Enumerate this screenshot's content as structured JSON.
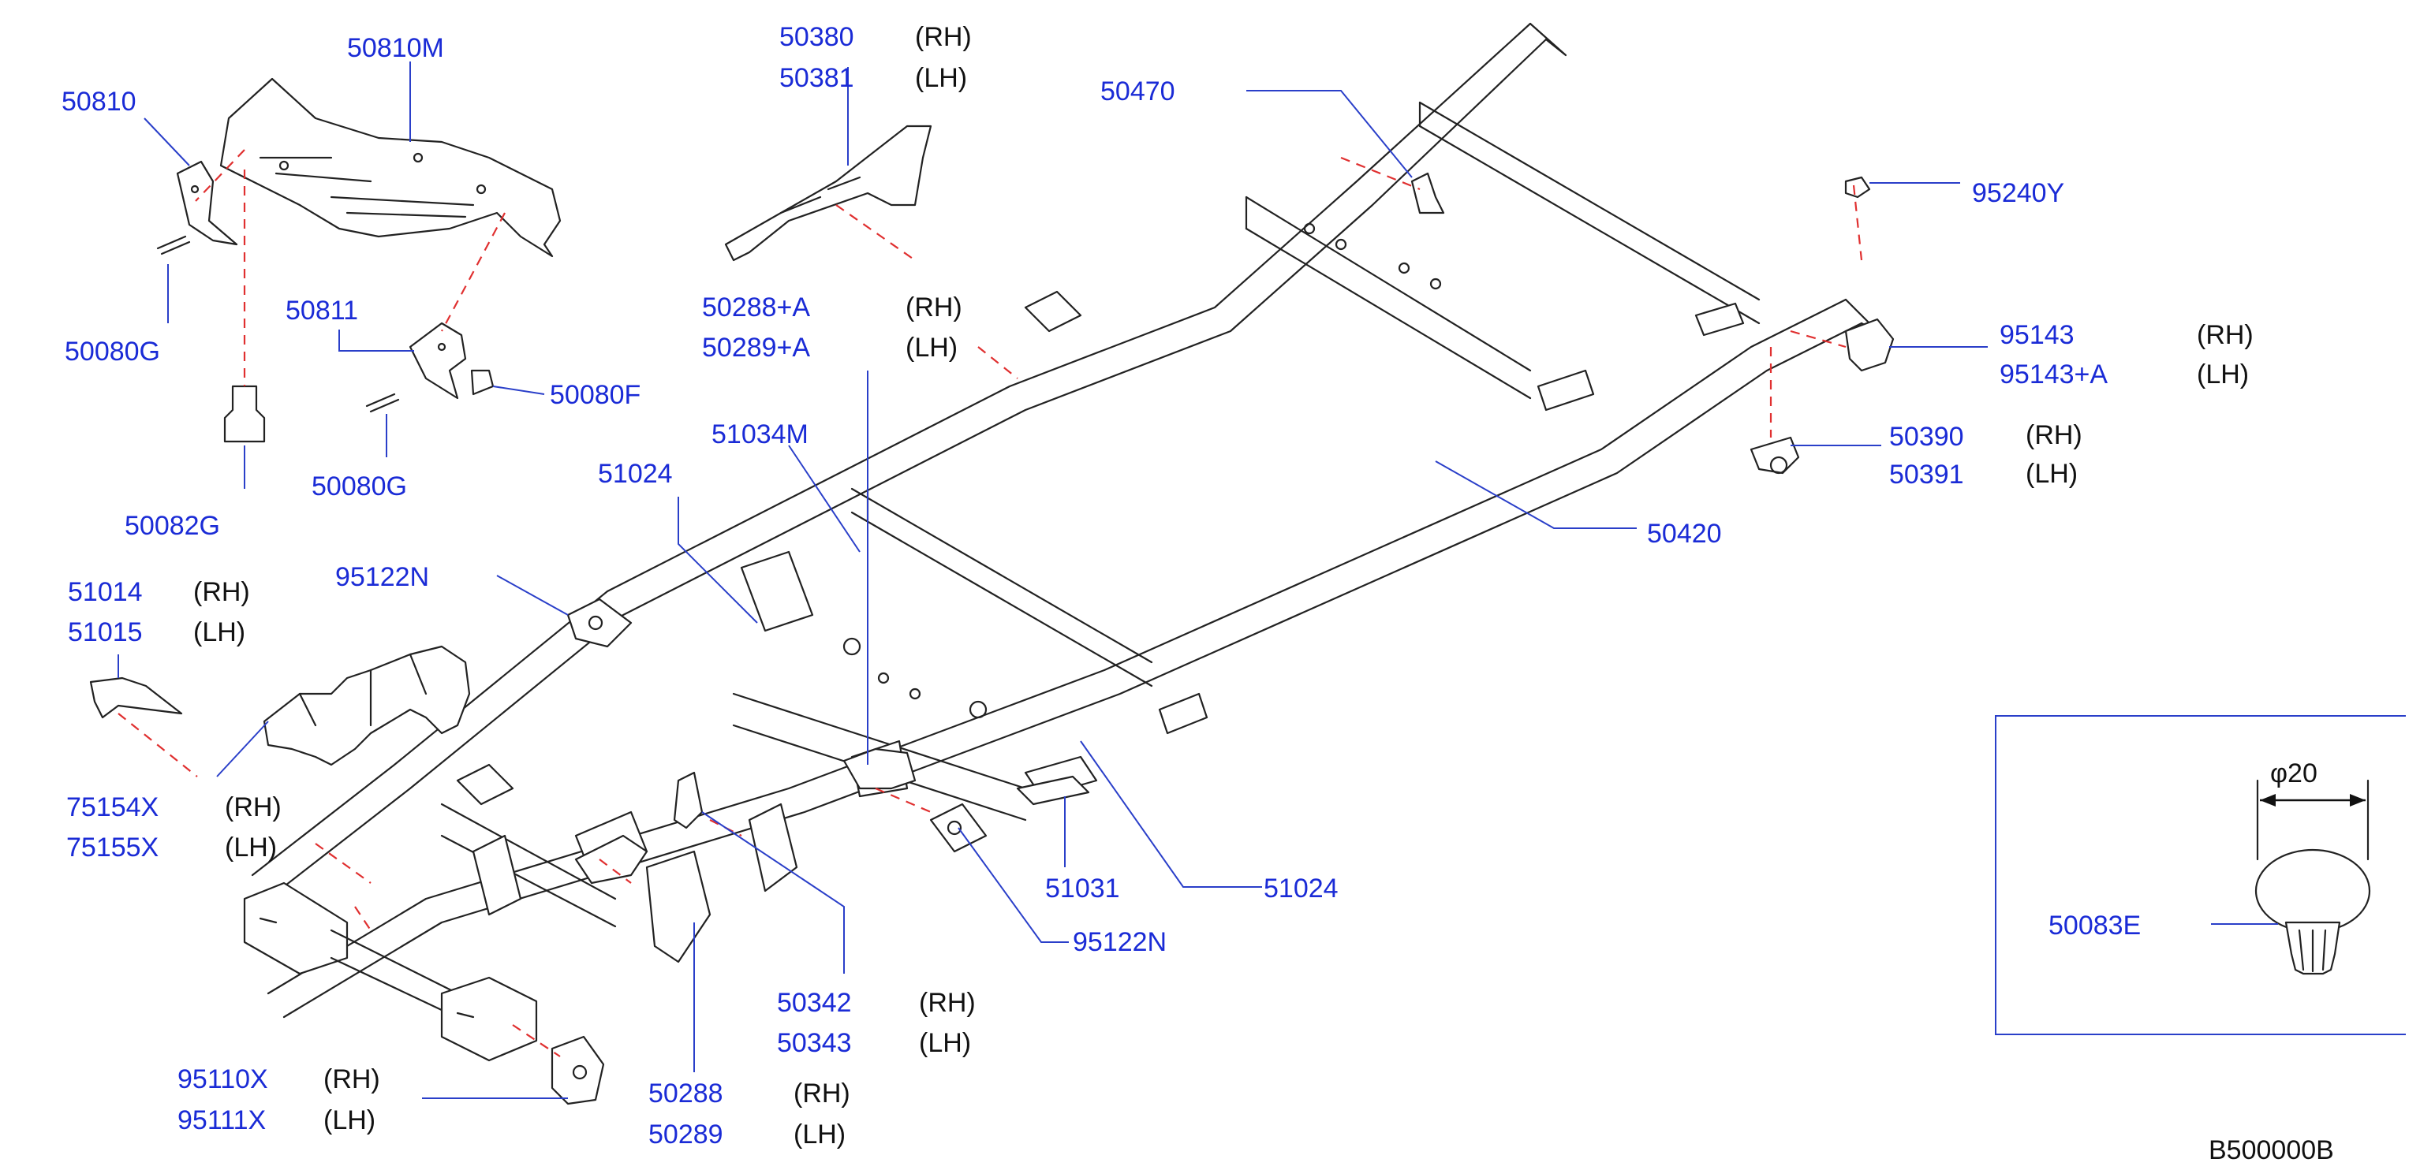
{
  "parts": {
    "p50810M": "50810M",
    "p50810": "50810",
    "p50080G_a": "50080G",
    "p50811": "50811",
    "p50080F": "50080F",
    "p50080G_b": "50080G",
    "p50082G": "50082G",
    "p50380": "50380",
    "p50381": "50381",
    "p50470": "50470",
    "p95240Y": "95240Y",
    "p50288A": "50288+A",
    "p50289A": "50289+A",
    "p95143": "95143",
    "p95143A": "95143+A",
    "p50390": "50390",
    "p50391": "50391",
    "p51034M": "51034M",
    "p51024_a": "51024",
    "p50420": "50420",
    "p95122N_a": "95122N",
    "p51014": "51014",
    "p51015": "51015",
    "p75154X": "75154X",
    "p75155X": "75155X",
    "p51031": "51031",
    "p51024_b": "51024",
    "p95122N_b": "95122N",
    "p50342": "50342",
    "p50343": "50343",
    "p95110X": "95110X",
    "p95111X": "95111X",
    "p50288": "50288",
    "p50289": "50289",
    "p50083E": "50083E"
  },
  "sides": {
    "rh": "(RH)",
    "lh": "(LH)"
  },
  "inset": {
    "dimension": "φ20"
  },
  "diagram_code": "B500000B",
  "colors": {
    "part_number": "#1a2bd6",
    "leader_line": "#2a3fc9",
    "dashed_line": "#e03030",
    "drawing": "#222222"
  }
}
